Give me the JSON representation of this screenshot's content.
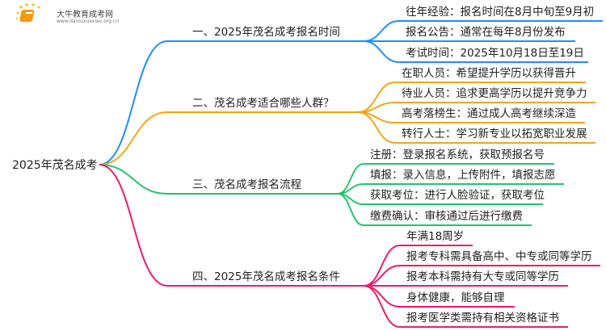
{
  "logo": {
    "title": "大牛教育成考网",
    "url": "www.daniuxuexiao.org.cn"
  },
  "root": {
    "label": "2025年茂名成考"
  },
  "branches": [
    {
      "label": "一、2025年茂名成考报名时间",
      "color": "#1e8ffa",
      "children": [
        "往年经验：报名时间在8月中旬至9月初",
        "报名公告：通常在每年8月份发布",
        "考试时间：2025年10月18日至19日"
      ]
    },
    {
      "label": "二、茂名成考适合哪些人群？",
      "color": "#f5a614",
      "children": [
        "在职人员：希望提升学历以获得晋升",
        "待业人员：追求更高学历以提升竞争力",
        "高考落榜生：通过成人高考继续深造",
        "转行人士：学习新专业以拓宽职业发展"
      ]
    },
    {
      "label": "三、茂名成考报名流程",
      "color": "#22c46e",
      "children": [
        "注册：登录报名系统，获取预报名号",
        "填报：录入信息，上传附件，填报志愿",
        "获取考位：进行人脸验证，获取考位",
        "缴费确认：审核通过后进行缴费"
      ]
    },
    {
      "label": "四、2025年茂名成考报名条件",
      "color": "#f0196e",
      "children": [
        "年满18周岁",
        "报考专科需具备高中、中专或同等学历",
        "报考本科需持有大专或同等学历",
        "身体健康，能够自理",
        "报考医学类需持有相关资格证书"
      ]
    }
  ]
}
